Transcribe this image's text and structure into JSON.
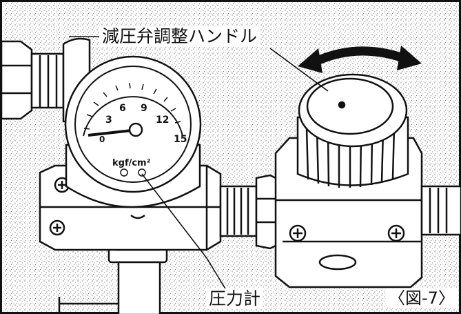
{
  "labels": {
    "handle": "減圧弁調整ハンドル",
    "gauge": "圧力計",
    "figure": "〈図-7〉"
  },
  "gauge_face": {
    "scale": [
      "3",
      "6",
      "9",
      "12",
      "15"
    ],
    "zero_mark": "0",
    "unit": "kgf/cm²"
  },
  "colors": {
    "ink": "#111111",
    "paper": "#ffffff",
    "stipple": "#8a8a8a"
  },
  "icons": [
    "rotation-arrow-icon",
    "screw-icon"
  ]
}
